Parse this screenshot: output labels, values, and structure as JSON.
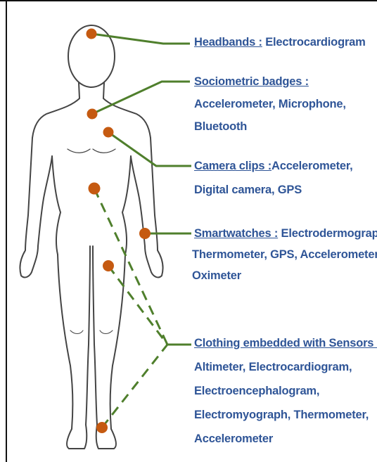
{
  "labels": {
    "headbands": {
      "device": "Headbands :",
      "sensors": " Electrocardiogram"
    },
    "sociometric": {
      "device": "Sociometric badges :",
      "line1": "Accelerometer, Microphone,",
      "line2": "Bluetooth"
    },
    "camera": {
      "device": "Camera clips :",
      "sensors": "Accelerometer,",
      "line2": "Digital camera, GPS"
    },
    "smartwatches": {
      "device": "Smartwatches :",
      "sensors": " Electrodermograph,",
      "line1": "Thermometer, GPS, Accelerometer,",
      "line2": "Oximeter"
    },
    "clothing": {
      "device": "Clothing embedded with Sensors :",
      "line1": "Altimeter, Electrocardiogram,",
      "line2": "Electroencephalogram,",
      "line3": "Electromyograph,  Thermometer,",
      "line4": "Accelerometer"
    }
  },
  "colors": {
    "label_text": "#2f5597",
    "connector": "#4f7f2c",
    "sensor_dot": "#c55a11",
    "body_outline": "#444444"
  }
}
